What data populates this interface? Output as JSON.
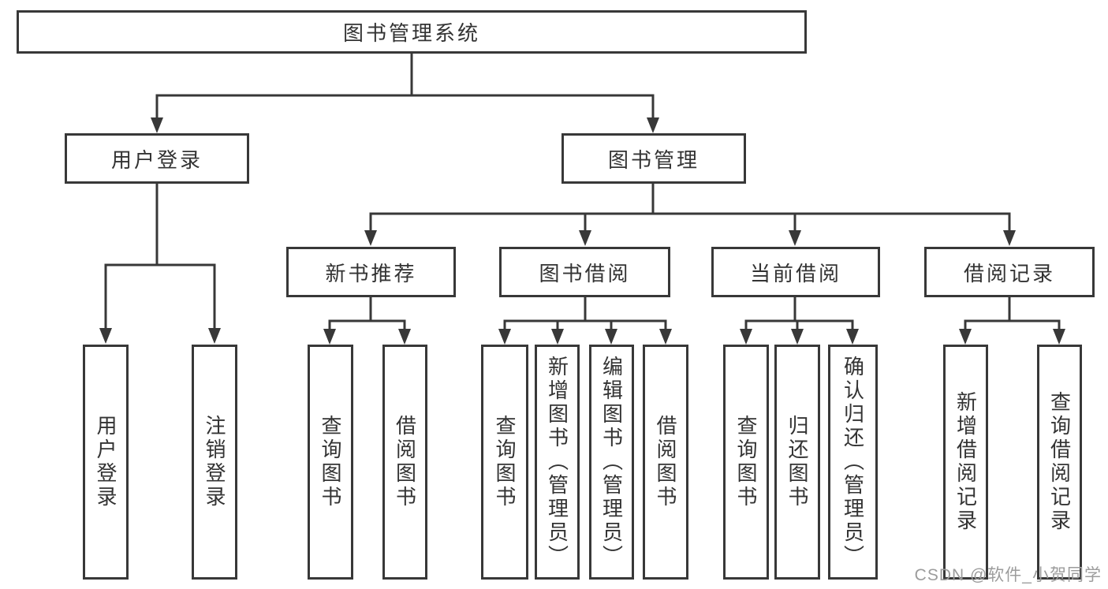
{
  "colors": {
    "line": "#383838",
    "text": "#333333",
    "watermark": "#9c9c9c",
    "bg": "#ffffff"
  },
  "tree": {
    "root": "图书管理系统",
    "user_login": "用户登录",
    "book_mgmt": "图书管理",
    "new_rec": "新书推荐",
    "book_borrow": "图书借阅",
    "current_borrow": "当前借阅",
    "borrow_records": "借阅记录",
    "leaf_login": "用户登录",
    "leaf_logout": "注销登录",
    "rec_query": "查询图书",
    "rec_borrow": "借阅图书",
    "bb_query": "查询图书",
    "bb_add": "新增图书（管理员）",
    "bb_edit": "编辑图书（管理员）",
    "bb_borrow": "借阅图书",
    "cb_query": "查询图书",
    "cb_return": "归还图书",
    "cb_confirm": "确认归还（管理员）",
    "br_add": "新增借阅记录",
    "br_query": "查询借阅记录"
  },
  "watermark": "CSDN @软件_小贺同学"
}
